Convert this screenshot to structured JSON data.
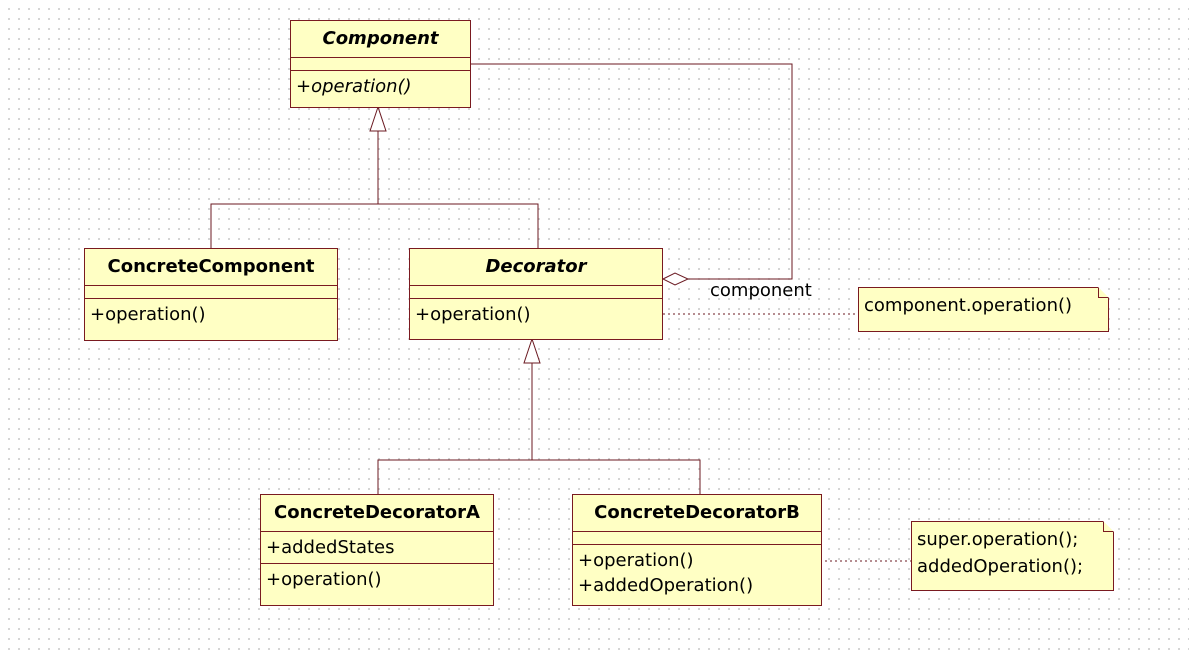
{
  "diagram": {
    "classes": {
      "component": {
        "name": "Component",
        "attributes": [],
        "operations": [
          "+operation()"
        ]
      },
      "concrete_component": {
        "name": "ConcreteComponent",
        "attributes": [],
        "operations": [
          "+operation()"
        ]
      },
      "decorator": {
        "name": "Decorator",
        "attributes": [],
        "operations": [
          "+operation()"
        ]
      },
      "concrete_decorator_a": {
        "name": "ConcreteDecoratorA",
        "attributes": [
          "+addedStates"
        ],
        "operations": [
          "+operation()"
        ]
      },
      "concrete_decorator_b": {
        "name": "ConcreteDecoratorB",
        "attributes": [],
        "operations": [
          "+operation()",
          "+addedOperation()"
        ]
      }
    },
    "association_role": "component",
    "notes": {
      "decorator_note": [
        "component.operation()"
      ],
      "decorator_b_note": [
        "super.operation();",
        "addedOperation();"
      ]
    }
  },
  "colors": {
    "class_fill": "#ffffc4",
    "border": "#7a1a20",
    "line": "#6b1a22",
    "text": "#000000"
  }
}
